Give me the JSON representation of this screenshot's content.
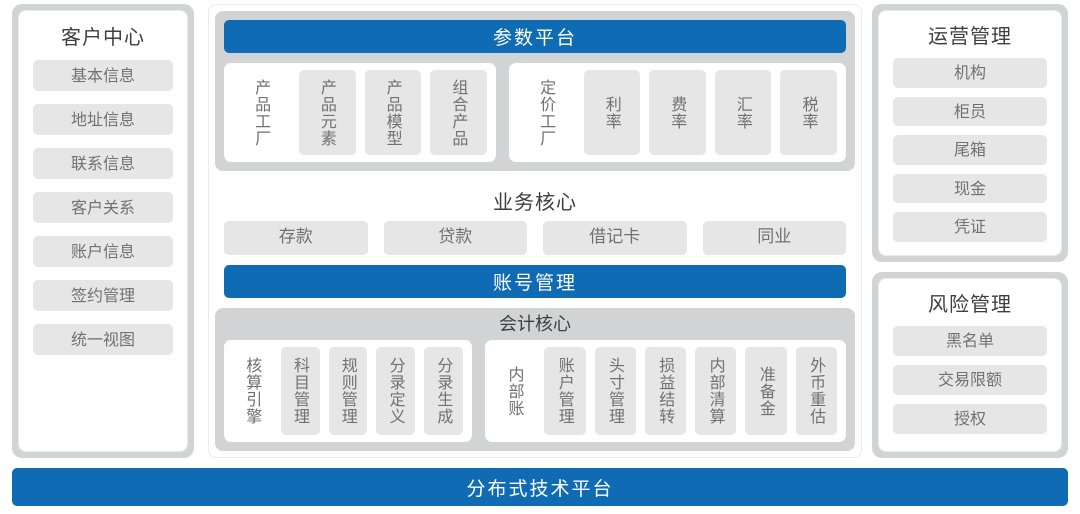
{
  "colors": {
    "accent_blue": "#0f6cb4",
    "container_gray": "#d2d3d5",
    "pill_gray": "#e6e6e6",
    "title_text": "#3f3f40",
    "pill_text": "#717172",
    "panel_white": "#ffffff"
  },
  "left_panel": {
    "title": "客户中心",
    "items": [
      {
        "label": "基本信息"
      },
      {
        "label": "地址信息"
      },
      {
        "label": "联系信息"
      },
      {
        "label": "客户关系"
      },
      {
        "label": "账户信息"
      },
      {
        "label": "签约管理"
      },
      {
        "label": "统一视图"
      }
    ]
  },
  "parameter_platform": {
    "banner": "参数平台",
    "groups": [
      {
        "lead": "产品工厂",
        "items": [
          {
            "label": "产品元素"
          },
          {
            "label": "产品模型"
          },
          {
            "label": "组合产品"
          }
        ]
      },
      {
        "lead": "定价工厂",
        "items": [
          {
            "label": "利率"
          },
          {
            "label": "费率"
          },
          {
            "label": "汇率"
          },
          {
            "label": "税率"
          }
        ]
      }
    ]
  },
  "business_core": {
    "title": "业务核心",
    "items": [
      {
        "label": "存款"
      },
      {
        "label": "贷款"
      },
      {
        "label": "借记卡"
      },
      {
        "label": "同业"
      }
    ],
    "account_bar": "账号管理"
  },
  "accounting_core": {
    "title": "会计核心",
    "groups": [
      {
        "lead": "核算引擎",
        "items": [
          {
            "label": "科目管理"
          },
          {
            "label": "规则管理"
          },
          {
            "label": "分录定义"
          },
          {
            "label": "分录生成"
          }
        ]
      },
      {
        "lead": "内部账",
        "items": [
          {
            "label": "账户管理"
          },
          {
            "label": "头寸管理"
          },
          {
            "label": "损益结转"
          },
          {
            "label": "内部清算"
          },
          {
            "label": "准备金"
          },
          {
            "label": "外币重估"
          }
        ]
      }
    ]
  },
  "operations_panel": {
    "title": "运营管理",
    "items": [
      {
        "label": "机构"
      },
      {
        "label": "柜员"
      },
      {
        "label": "尾箱"
      },
      {
        "label": "现金"
      },
      {
        "label": "凭证"
      }
    ]
  },
  "risk_panel": {
    "title": "风险管理",
    "items": [
      {
        "label": "黑名单"
      },
      {
        "label": "交易限额"
      },
      {
        "label": "授权"
      }
    ]
  },
  "bottom_bar": {
    "label": "分布式技术平台"
  }
}
